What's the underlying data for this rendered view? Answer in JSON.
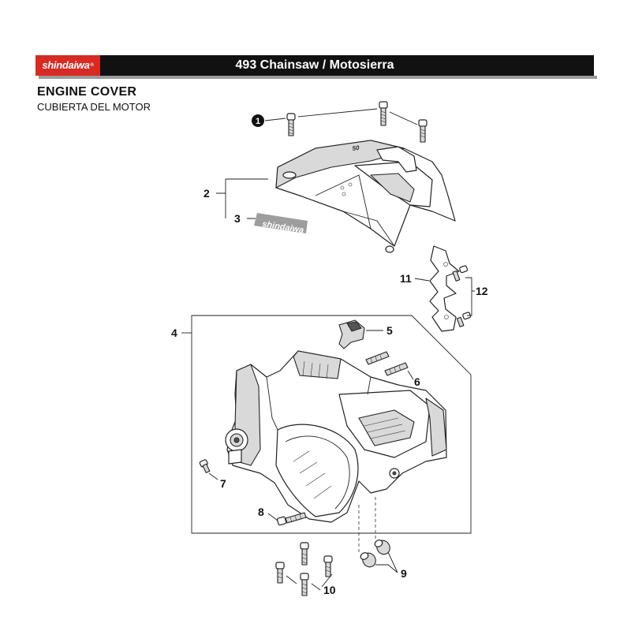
{
  "header": {
    "brand": "shindaiwa",
    "brand_mark": "®",
    "title": "493 Chainsaw / Motosierra"
  },
  "section": {
    "title": "ENGINE COVER",
    "subtitle": "CUBIERTA DEL MOTOR"
  },
  "decal_text": "shindaiwa",
  "cover_mark": "50",
  "callouts": [
    "1",
    "2",
    "3",
    "4",
    "5",
    "6",
    "7",
    "8",
    "9",
    "10",
    "11",
    "12"
  ]
}
